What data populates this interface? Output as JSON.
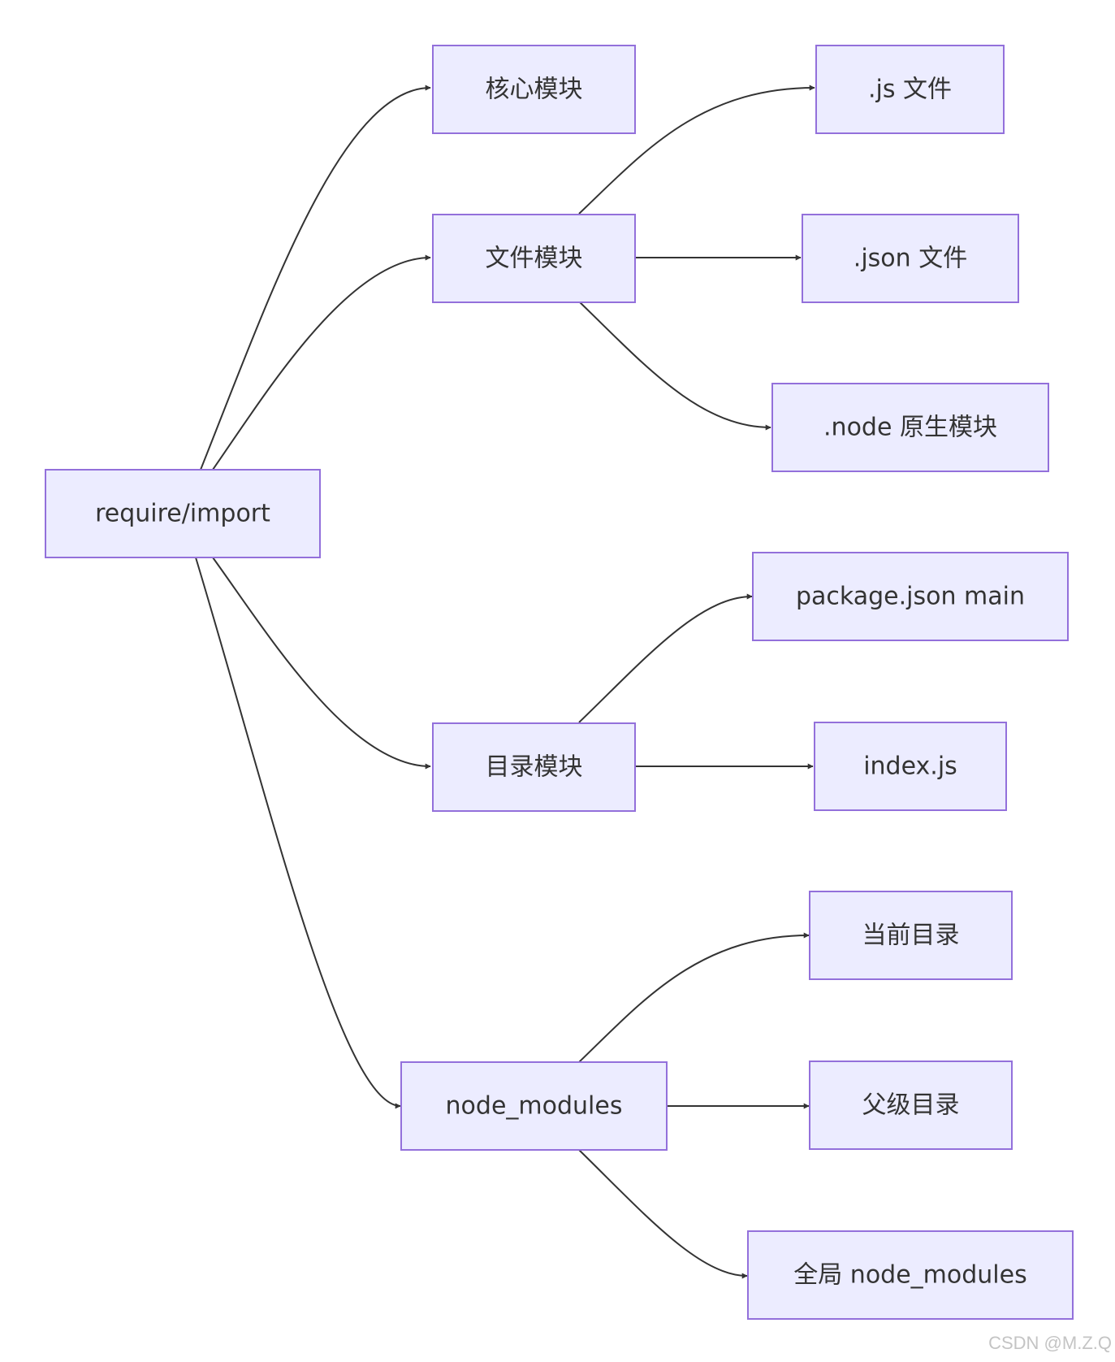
{
  "diagram": {
    "type": "flowchart",
    "direction": "left-to-right",
    "node_fill": "#ececff",
    "node_border": "#9370db",
    "edge_color": "#333333",
    "text_color": "#333333",
    "nodes": {
      "root": {
        "label": "require/import"
      },
      "core": {
        "label": "核心模块"
      },
      "file": {
        "label": "文件模块"
      },
      "dir": {
        "label": "目录模块"
      },
      "nm": {
        "label": "node_modules"
      },
      "js": {
        "label": ".js 文件"
      },
      "json": {
        "label": ".json 文件"
      },
      "native": {
        "label": ".node 原生模块"
      },
      "pkg": {
        "label": "package.json main"
      },
      "index": {
        "label": "index.js"
      },
      "cur": {
        "label": "当前目录"
      },
      "parent": {
        "label": "父级目录"
      },
      "global": {
        "label": "全局 node_modules"
      }
    },
    "edges": [
      {
        "from": "root",
        "to": "core"
      },
      {
        "from": "root",
        "to": "file"
      },
      {
        "from": "root",
        "to": "dir"
      },
      {
        "from": "root",
        "to": "nm"
      },
      {
        "from": "file",
        "to": "js"
      },
      {
        "from": "file",
        "to": "json"
      },
      {
        "from": "file",
        "to": "native"
      },
      {
        "from": "dir",
        "to": "pkg"
      },
      {
        "from": "dir",
        "to": "index"
      },
      {
        "from": "nm",
        "to": "cur"
      },
      {
        "from": "nm",
        "to": "parent"
      },
      {
        "from": "nm",
        "to": "global"
      }
    ]
  },
  "watermark": "CSDN @M.Z.Q"
}
